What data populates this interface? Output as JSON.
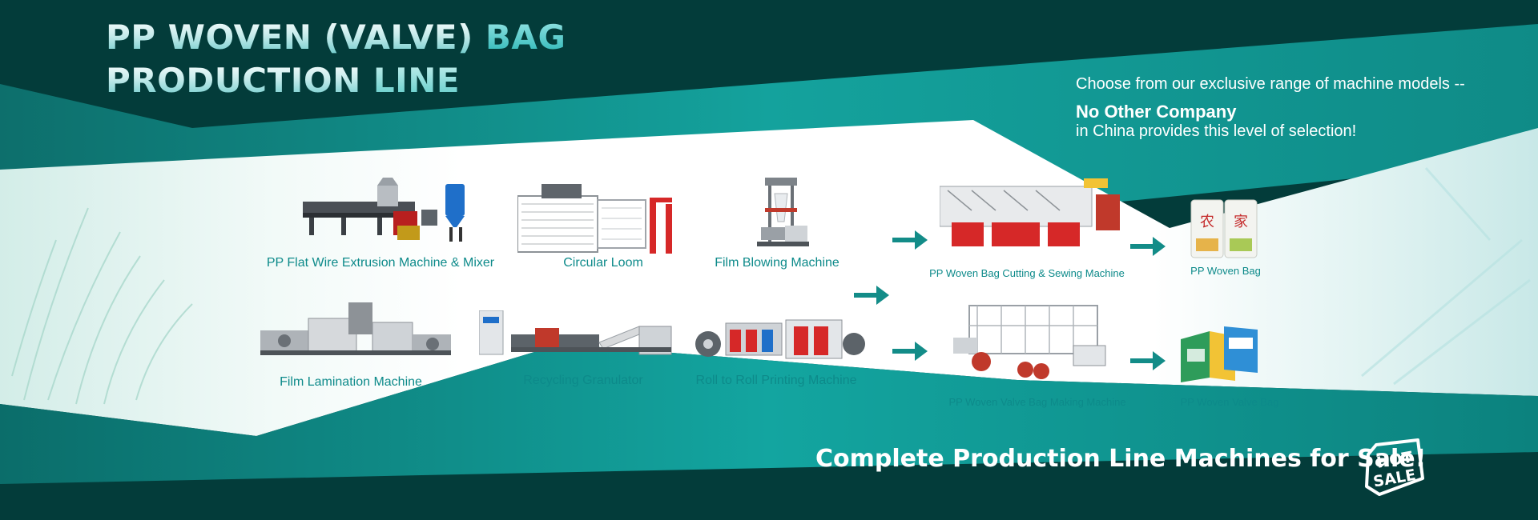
{
  "header": {
    "title_line1_main": "PP WOVEN (VALVE)",
    "title_line1_accent": "BAG",
    "title_line2_main": "PRODUCTION",
    "title_line2_accent": "LINE"
  },
  "promo": {
    "line1": "Choose from our exclusive range of machine models --",
    "line2": "No Other Company",
    "line3": "in China provides this level of selection!"
  },
  "machines": {
    "extrusion": "PP Flat Wire Extrusion Machine & Mixer",
    "circular_loom": "Circular Loom",
    "film_blowing": "Film Blowing Machine",
    "cutting_sewing": "PP Woven Bag Cutting & Sewing Machine",
    "woven_bag": "PP Woven Bag",
    "lamination": "Film Lamination Machine",
    "granulator": "Recycling Granulator",
    "printing": "Roll to Roll Printing Machine",
    "valve_bag_making": "PP Woven Valve Bag Making Machine",
    "valve_bag": "PP Woven Valve Bag"
  },
  "footer": {
    "tagline": "Complete Production Line Machines for Sale!",
    "badge_line1": "HOT",
    "badge_line2": "SALE"
  },
  "colors": {
    "dark_teal": "#033c3a",
    "teal": "#129c98",
    "label_teal": "#0d8a8a",
    "machine_red": "#d62828",
    "machine_blue": "#1f6fc9"
  }
}
